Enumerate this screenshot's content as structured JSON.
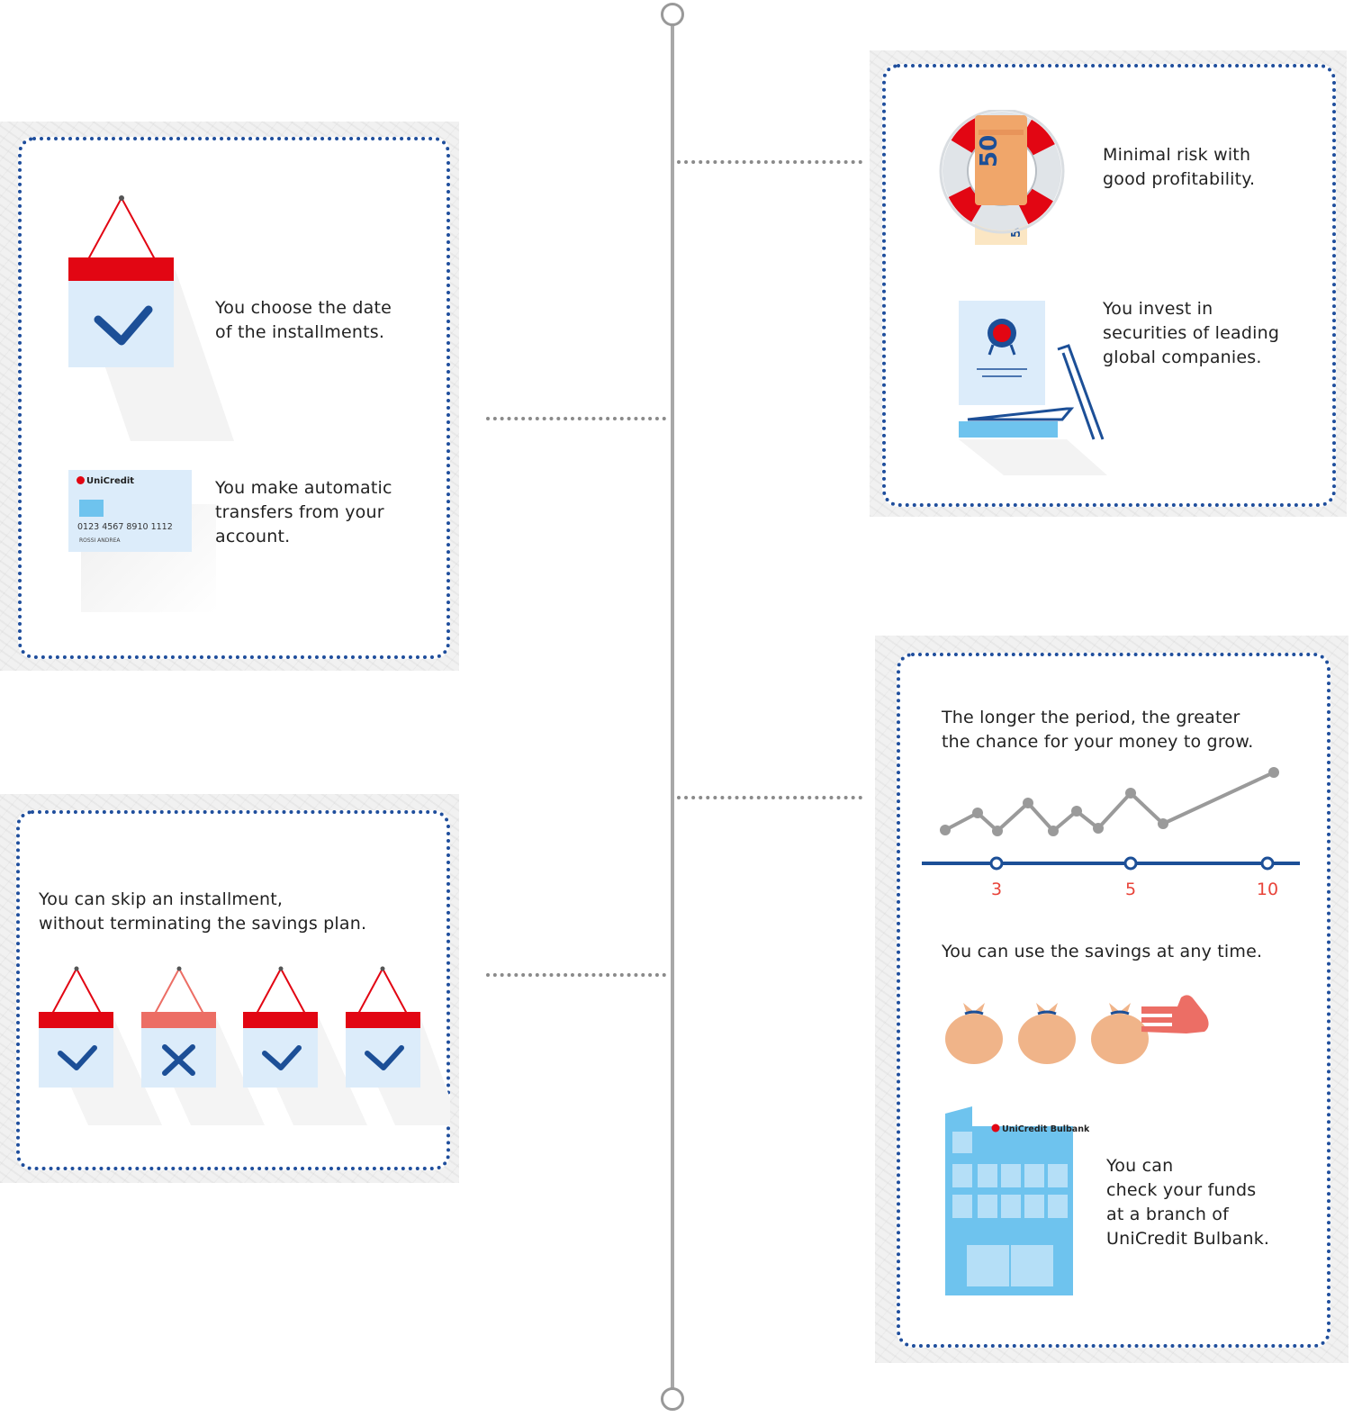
{
  "timeline": {},
  "left_top": {
    "item1": "You choose the date\nof the installments.",
    "item2": "You make automatic\ntransfers from your\naccount.",
    "card_brand": "UniCredit",
    "card_number": "0123 4567 8910 1112",
    "card_holder": "ROSSI ANDREA"
  },
  "left_bottom": {
    "text": "You can skip an installment,\nwithout terminating the savings plan."
  },
  "right_top": {
    "item1": "Minimal risk with\ngood profitability.",
    "item2": "You invest in\nsecurities of leading\nglobal companies.",
    "banknote_value": "50"
  },
  "right_bottom": {
    "growth_text": "The longer the period, the greater\nthe chance for your money to grow.",
    "savings_text": "You can use the savings at any time.",
    "branch_text": "You can\ncheck your funds\nat a branch of\nUniCredit Bulbank.",
    "building_logo": "UniCredit Bulbank",
    "timeline_ticks": [
      "3",
      "5",
      "10"
    ]
  },
  "colors": {
    "dotted_border": "#1f4e9c",
    "red": "#e20613",
    "light_blue": "#dcecfa",
    "check_blue": "#1c4f97"
  }
}
